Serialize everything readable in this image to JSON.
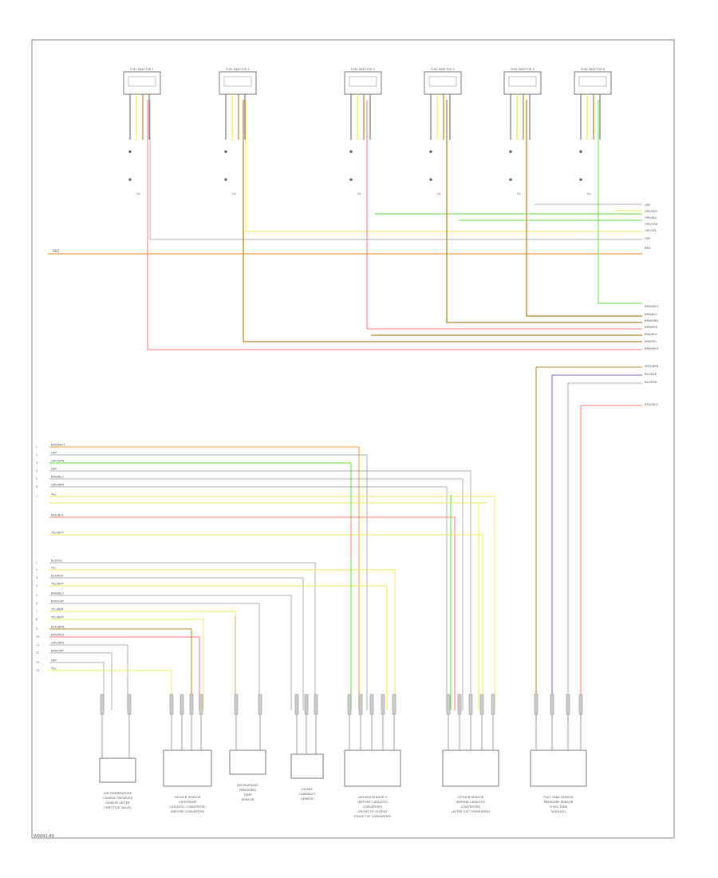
{
  "footer_code": "W0041-89",
  "colors": {
    "frame": "#888888",
    "wire_red": "#ff7a7a",
    "wire_orange": "#e8a040",
    "wire_yellow": "#eeee55",
    "wire_green": "#66dd44",
    "wire_gray": "#b0b0b0",
    "wire_brown": "#b08830",
    "wire_blue": "#6f6fd0",
    "text": "#555555"
  },
  "injectors": [
    {
      "name": "FUEL INJECTOR 1",
      "ground": "G1"
    },
    {
      "name": "FUEL INJECTOR 2",
      "ground": "G1"
    },
    {
      "name": "FUEL INJECTOR 3",
      "ground": "G1"
    },
    {
      "name": "FUEL INJECTOR 4",
      "ground": "G1"
    },
    {
      "name": "FUEL INJECTOR 5",
      "ground": "G1"
    },
    {
      "name": "FUEL INJECTOR 6",
      "ground": "G1"
    }
  ],
  "upper_right_labels": [
    "GRY",
    "GRY/RED",
    "GRY/BLU",
    "GRY/GRN",
    "GRY/YEL",
    "GRY",
    "RED"
  ],
  "mid_right_labels": [
    "BRN/WHT",
    "BRN/BLU",
    "BRN/GRN",
    "BRN/RED",
    "BRN/BLK",
    "BRN/YEL",
    "BRN/WHT"
  ],
  "lower_right_labels": [
    "WHT/BRN",
    "BLU/BLK",
    "BLU/RED",
    "RED/WHT"
  ],
  "left_top_label": "RED",
  "left_group1": [
    "BRN/WHT",
    "GRY",
    "GRY/GRN",
    "GRY",
    "BRN/BLU",
    "GRY/BRN",
    "YEL"
  ],
  "left_group2": [
    "RED/BLK",
    "YEL/WHT"
  ],
  "left_group3": [
    "BLK/YEL",
    "YEL",
    "BLK/RED",
    "YEL/WHT",
    "BRN/BLU",
    "BRN/GRY",
    "YEL/BRN",
    "YEL/WHT",
    "RED/BRN",
    "BRN/RED",
    "GRY/BRN",
    "BRN/GRY",
    "GRY",
    "YEL"
  ],
  "components": [
    {
      "lines": [
        "AIR TEMPERATURE",
        "CHARGE PRESSURE",
        "SENSOR (AFTER",
        "THROTTLE VALVE)"
      ]
    },
    {
      "lines": [
        "OXYGEN SENSOR",
        "(UPSTREAM",
        "CATALYTIC CONVERTER)",
        "(BEFORE CONVERTER)"
      ]
    },
    {
      "lines": [
        "REFRIGERANT",
        "PRESSURE/",
        "TEMP",
        "SENSOR"
      ]
    },
    {
      "lines": [
        "INTAKE",
        "CAMSHAFT",
        "SENSOR"
      ]
    },
    {
      "lines": [
        "OXYGEN SENSOR 2",
        "(BEFORE CATALYTIC",
        "CONVERTER)",
        "(FRONT OF OUTPUT",
        "STAGE CAT CONVERTER)"
      ]
    },
    {
      "lines": [
        "OXYGEN SENSOR",
        "(BEHIND CATALYTIC",
        "CONVERTER)",
        "(AFTER CAT CONVERTER)"
      ]
    },
    {
      "lines": [
        "FUEL TANK SENSOR",
        "PRESSURE SENSOR",
        "(FUEL TANK",
        "MODULE)"
      ]
    }
  ]
}
